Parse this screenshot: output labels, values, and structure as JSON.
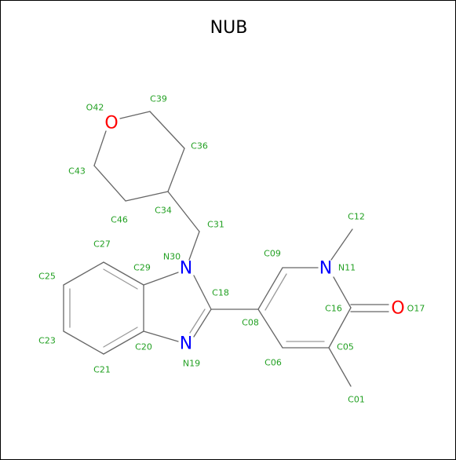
{
  "title": "NUB",
  "colors": {
    "label": "#22a022",
    "oxygen": "#ff0000",
    "nitrogen": "#0000ff",
    "bond": "#666666"
  },
  "element_symbols": {
    "O42": "O",
    "N30": "N",
    "N19": "N",
    "N11": "N",
    "O17": "O"
  },
  "atom_labels": [
    "O42",
    "C39",
    "C36",
    "C43",
    "C34",
    "C46",
    "C31",
    "C27",
    "N30",
    "C29",
    "C09",
    "N11",
    "C12",
    "C25",
    "C18",
    "C16",
    "O17",
    "C08",
    "C23",
    "C20",
    "N19",
    "C06",
    "C05",
    "C21",
    "C01"
  ]
}
